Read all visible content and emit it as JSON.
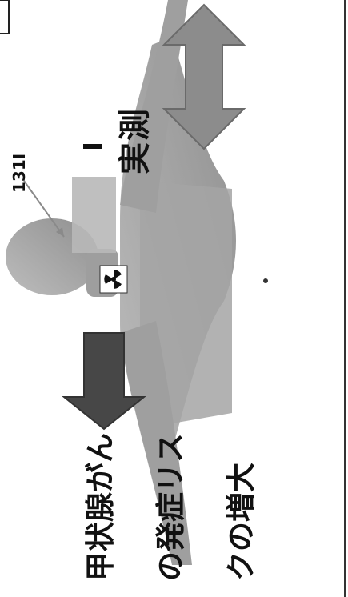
{
  "labels": {
    "isotope": "131I",
    "measured": "実測",
    "risk_line1": "甲状腺がん",
    "risk_line2": "の発症リス",
    "risk_line3": "クの増大"
  },
  "colors": {
    "background": "#ffffff",
    "body": "#a9a9a9",
    "arrow_down": "#474747",
    "arrow_double": "#8a8a8a",
    "text": "#111111"
  },
  "icons": {
    "radiation_symbol": "radiation-icon"
  }
}
